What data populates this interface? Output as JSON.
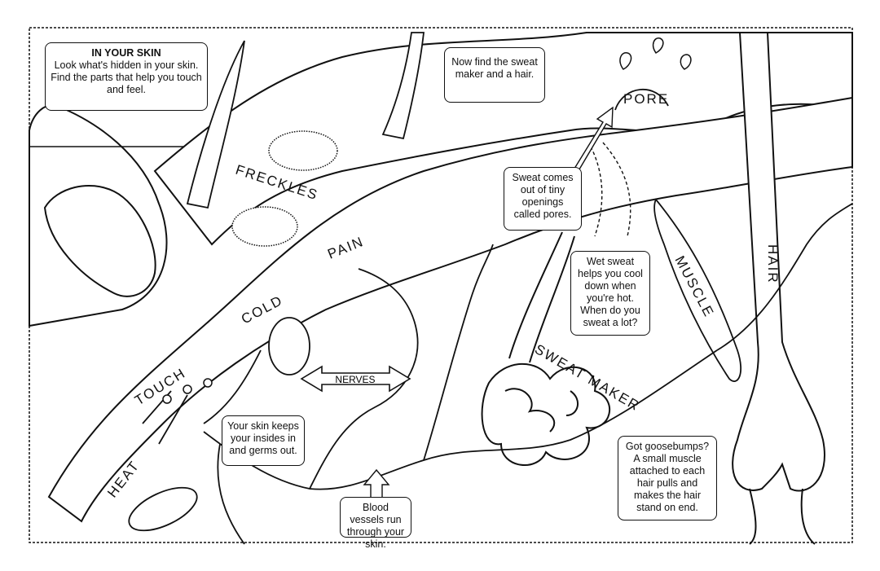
{
  "intro": {
    "title": "IN YOUR SKIN",
    "text": "Look what's hidden in your skin. Find the parts that help you touch and feel."
  },
  "callouts": {
    "find": "Now find the sweat maker and a hair.",
    "pores": "Sweat comes out of tiny openings called pores.",
    "wet_sweat": "Wet sweat helps you cool down when you're hot. When do you sweat a lot?",
    "insides": "Your skin keeps your insides in and germs out.",
    "blood": "Blood vessels run through your skin.",
    "goosebumps": "Got goosebumps? A small muscle attached to each hair pulls and makes the hair stand on end."
  },
  "labels": {
    "freckles": "FRECKLES",
    "pain": "PAIN",
    "cold": "COLD",
    "touch": "TOUCH",
    "heat": "HEAT",
    "nerves": "NERVES",
    "sweat_maker": "SWEAT MAKER",
    "muscle": "MUSCLE",
    "hair": "HAIR",
    "pore": "PORE"
  },
  "colors": {
    "ink": "#111111",
    "paper": "#ffffff"
  },
  "icons": [
    "finger-icon",
    "hair-strand-icon",
    "sweat-drop-icon",
    "nerve-ending-icon",
    "arrow-icon"
  ]
}
